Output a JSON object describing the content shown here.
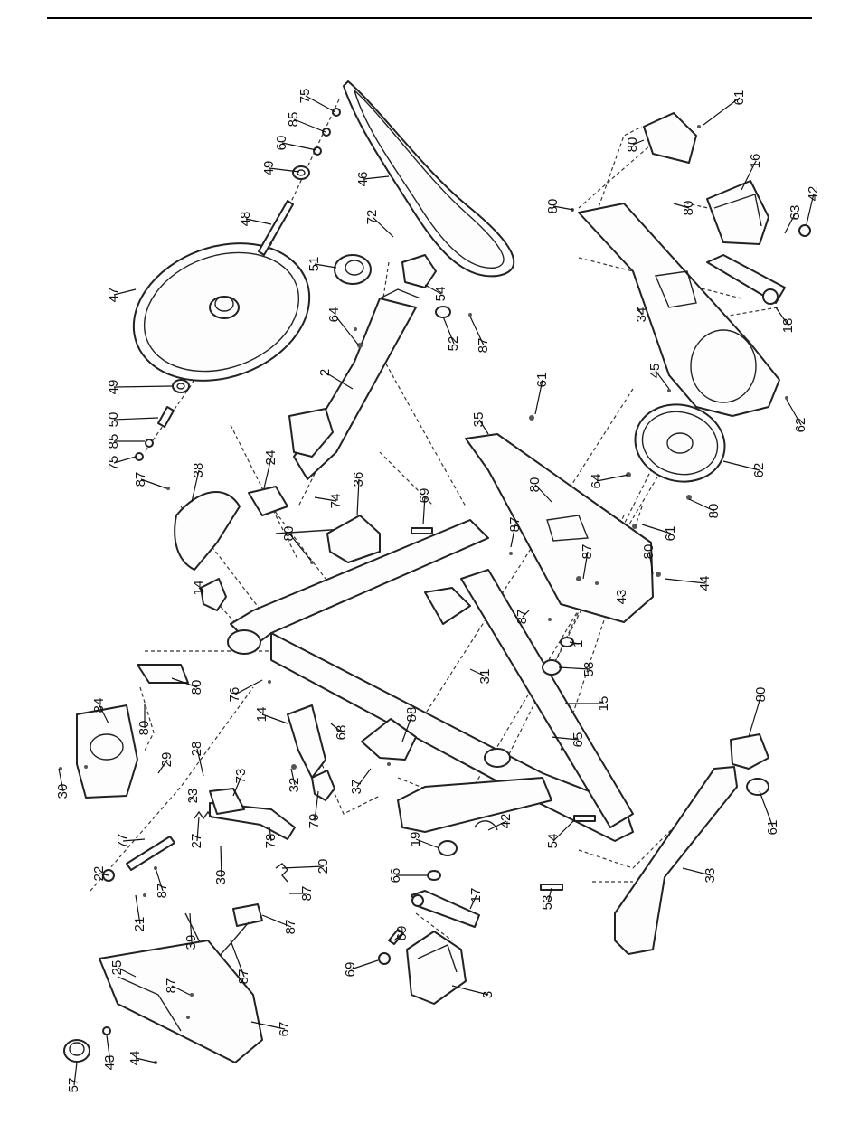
{
  "diagram": {
    "part_labels": [
      "75",
      "85",
      "60",
      "49",
      "48",
      "47",
      "46",
      "72",
      "51",
      "64",
      "54",
      "52",
      "87",
      "2",
      "49",
      "50",
      "85",
      "75",
      "87",
      "38",
      "24",
      "74",
      "36",
      "14",
      "80",
      "69",
      "35",
      "87",
      "61",
      "80",
      "16",
      "63",
      "42",
      "34",
      "18",
      "80",
      "80",
      "45",
      "62",
      "62",
      "64",
      "80",
      "61",
      "80",
      "87",
      "43",
      "44",
      "87",
      "1",
      "58",
      "15",
      "31",
      "65",
      "88",
      "14",
      "68",
      "37",
      "79",
      "32",
      "84",
      "80",
      "80",
      "76",
      "30",
      "29",
      "28",
      "23",
      "73",
      "27",
      "78",
      "30",
      "77",
      "22",
      "87",
      "21",
      "20",
      "87",
      "87",
      "39",
      "87",
      "87",
      "67",
      "25",
      "44",
      "43",
      "57",
      "19",
      "66",
      "42",
      "17",
      "69",
      "69",
      "3",
      "54",
      "53",
      "33",
      "80",
      "61",
      "80",
      "61"
    ]
  }
}
